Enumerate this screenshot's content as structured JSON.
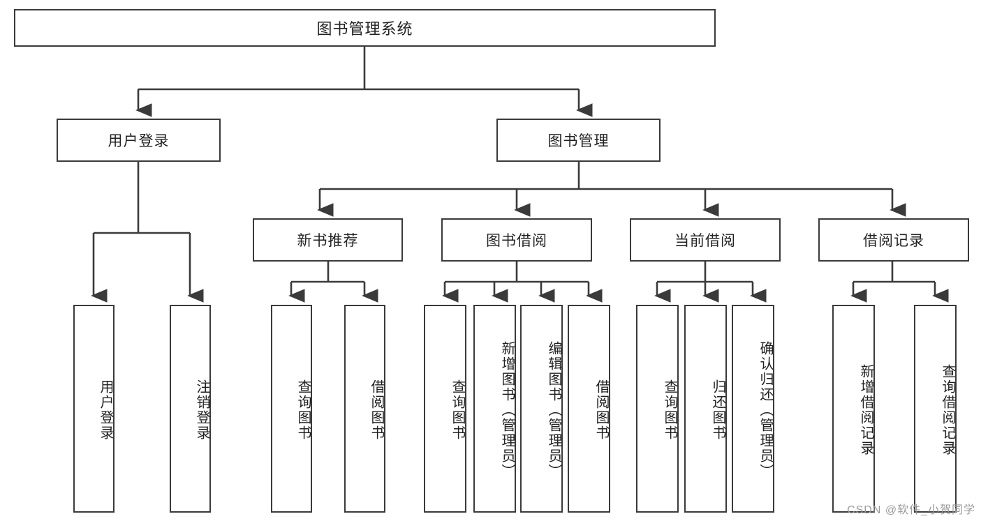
{
  "diagram": {
    "type": "tree",
    "title": "图书管理系统",
    "colors": {
      "box_border": "#3a3a3a",
      "box_fill": "#ffffff",
      "edge": "#3a3a3a",
      "text": "#222222",
      "watermark": "#9a9a9a",
      "background": "#ffffff"
    },
    "root": {
      "label": "图书管理系统"
    },
    "level2": [
      {
        "label": "用户登录"
      },
      {
        "label": "图书管理"
      }
    ],
    "level3": [
      {
        "label": "新书推荐"
      },
      {
        "label": "图书借阅"
      },
      {
        "label": "当前借阅"
      },
      {
        "label": "借阅记录"
      }
    ],
    "leaves": {
      "user_login": [
        {
          "label": "用户登录"
        },
        {
          "label": "注销登录"
        }
      ],
      "new_book_recommend": [
        {
          "label": "查询图书"
        },
        {
          "label": "借阅图书"
        }
      ],
      "book_borrow": [
        {
          "label": "查询图书"
        },
        {
          "label": "新增图书（管理员）"
        },
        {
          "label": "编辑图书（管理员）"
        },
        {
          "label": "借阅图书"
        }
      ],
      "current_borrow": [
        {
          "label": "查询图书"
        },
        {
          "label": "归还图书"
        },
        {
          "label": "确认归还（管理员）"
        }
      ],
      "borrow_record": [
        {
          "label": "新增借阅记录"
        },
        {
          "label": "查询借阅记录"
        }
      ]
    }
  },
  "watermark": {
    "text": "CSDN @软件_小贺同学"
  }
}
